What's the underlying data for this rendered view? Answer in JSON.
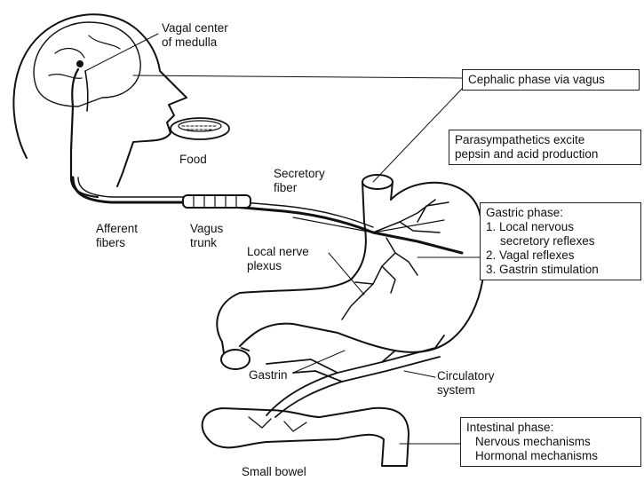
{
  "labels": {
    "vagal_center": [
      "Vagal center",
      "of medulla"
    ],
    "food": "Food",
    "secretory_fiber": [
      "Secretory",
      "fiber"
    ],
    "afferent_fibers": [
      "Afferent",
      "fibers"
    ],
    "vagus_trunk": [
      "Vagus",
      "trunk"
    ],
    "local_nerve_plexus": [
      "Local nerve",
      "plexus"
    ],
    "gastrin": "Gastrin",
    "circulatory_system": [
      "Circulatory",
      "system"
    ],
    "small_bowel": "Small bowel"
  },
  "boxes": {
    "cephalic": "Cephalic phase via vagus",
    "parasympathetics": [
      "Parasympathetics excite",
      "pepsin and acid production"
    ],
    "gastric": {
      "title": "Gastric phase:",
      "items": [
        "1. Local nervous",
        "secretory reflexes",
        "2. Vagal reflexes",
        "3. Gastrin stimulation"
      ]
    },
    "intestinal": {
      "title": "Intestinal phase:",
      "items": [
        "Nervous mechanisms",
        "Hormonal mechanisms"
      ]
    }
  }
}
